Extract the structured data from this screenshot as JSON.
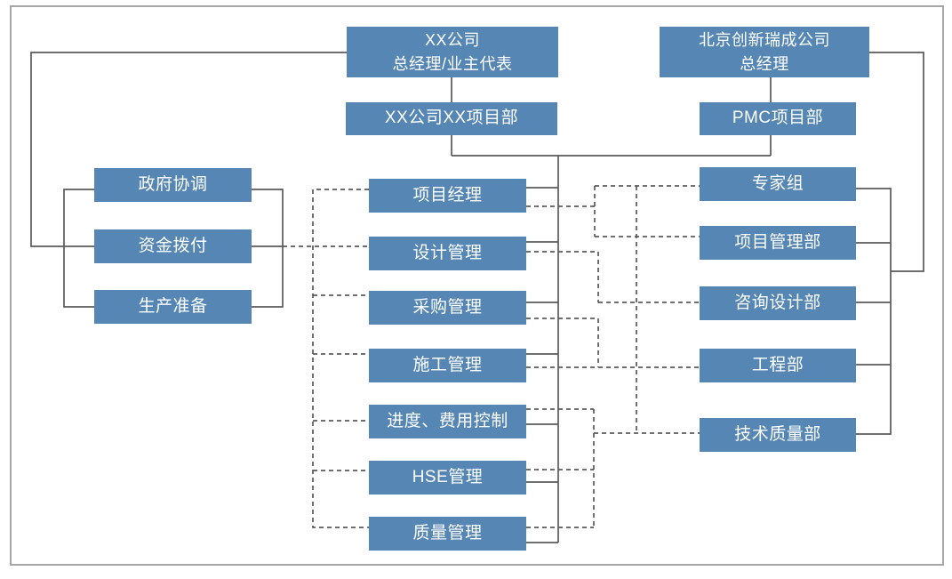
{
  "diagram": {
    "type": "org-chart",
    "nodes": {
      "owner_gm": "XX公司\n总经理/业主代表",
      "owner_project_dept": "XX公司XX项目部",
      "pmc_company_gm": "北京创新瑞成公司\n总经理",
      "pmc_project_dept": "PMC项目部",
      "gov_coordination": "政府协调",
      "fund_allocation": "资金拨付",
      "production_preparation": "生产准备",
      "project_manager": "项目经理",
      "design_management": "设计管理",
      "procurement_management": "采购管理",
      "construction_management": "施工管理",
      "schedule_cost_control": "进度、费用控制",
      "hse_management": "HSE管理",
      "quality_management": "质量管理",
      "expert_group": "专家组",
      "project_management_dept": "项目管理部",
      "consulting_design_dept": "咨询设计部",
      "engineering_dept": "工程部",
      "tech_quality_dept": "技术质量部"
    },
    "colors": {
      "node_fill": "#5586b4",
      "node_text": "#ffffff",
      "connector": "#595959",
      "canvas_border": "#a6a6a6",
      "background": "#ffffff"
    }
  }
}
